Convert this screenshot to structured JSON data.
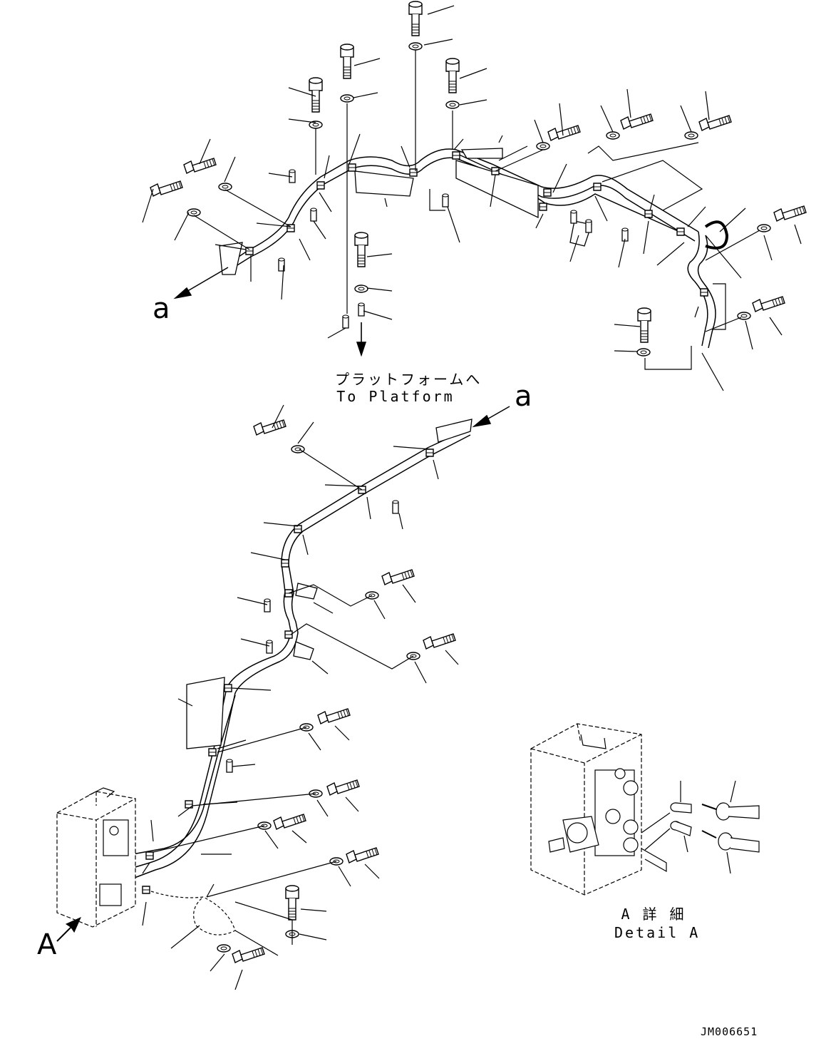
{
  "labels": {
    "continuation_upper": "a",
    "continuation_lower": "a",
    "view_a": "A",
    "to_platform_jp": "プラットフォームへ",
    "to_platform_en": "To Platform",
    "detail_a_jp": "A 詳 細",
    "detail_a_en": "Detail A",
    "drawing_number": "JM006651"
  }
}
